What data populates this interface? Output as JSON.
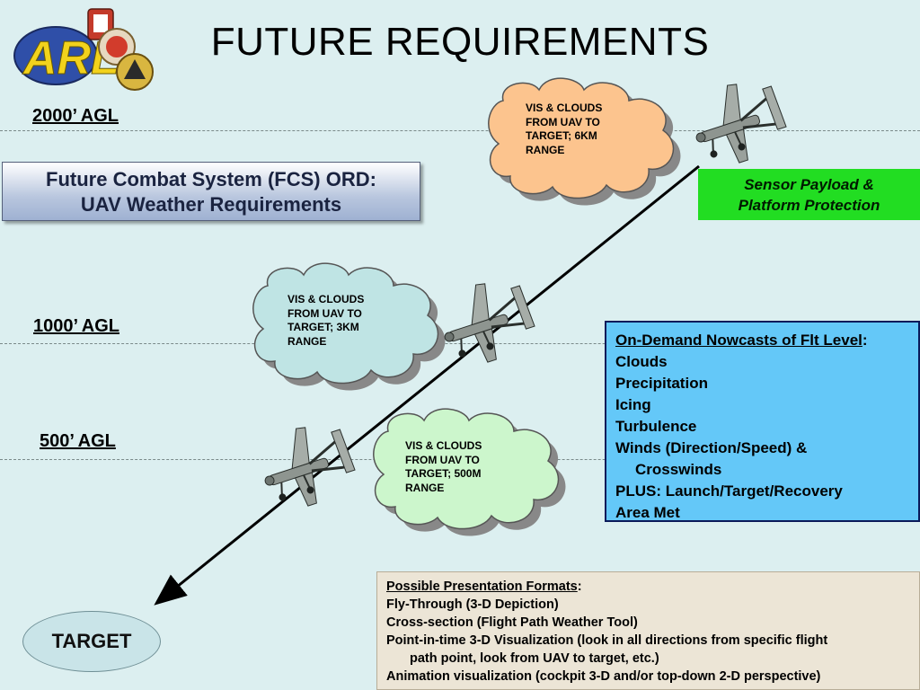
{
  "title": "FUTURE REQUIREMENTS",
  "altitudes": {
    "agl_2000": "2000’ AGL",
    "agl_1000": "1000’ AGL",
    "agl_500": "500’ AGL"
  },
  "fcs_box": {
    "line1": "Future Combat System (FCS) ORD:",
    "line2": "UAV Weather Requirements"
  },
  "sensor_box": {
    "line1": "Sensor Payload &",
    "line2": "Platform Protection"
  },
  "clouds": {
    "top": [
      "VIS & CLOUDS",
      "FROM UAV TO",
      "TARGET; 6KM",
      "RANGE"
    ],
    "middle": [
      "VIS & CLOUDS",
      "FROM UAV TO",
      "TARGET; 3KM",
      "RANGE"
    ],
    "bottom": [
      "VIS & CLOUDS",
      "FROM UAV TO",
      "TARGET; 500M",
      "RANGE"
    ]
  },
  "nowcast": {
    "heading": "On-Demand Nowcasts of Flt Level",
    "heading_suffix": ":",
    "items": [
      "Clouds",
      "Precipitation",
      "Icing",
      "Turbulence",
      "Winds (Direction/Speed) &"
    ],
    "items_cont": "Crosswinds",
    "plus_line1": "PLUS: Launch/Target/Recovery",
    "plus_line2": "Area Met"
  },
  "formats": {
    "heading": "Possible Presentation Formats",
    "heading_suffix": ":",
    "l1": "Fly-Through (3-D Depiction)",
    "l2": "Cross-section (Flight Path Weather Tool)",
    "l3": "Point-in-time 3-D Visualization (look in all directions from specific flight",
    "l3b": "path point, look from UAV to target, etc.)",
    "l4": "Animation visualization (cockpit 3-D and/or top-down 2-D perspective)"
  },
  "target_label": "TARGET",
  "colors": {
    "background": "#dceff0",
    "cloud_top": "#fcc48e",
    "cloud_middle": "#bfe4e4",
    "cloud_bottom": "#ccf6cc",
    "sensor_box": "#22dd22",
    "nowcast_box": "#64c8f8"
  }
}
